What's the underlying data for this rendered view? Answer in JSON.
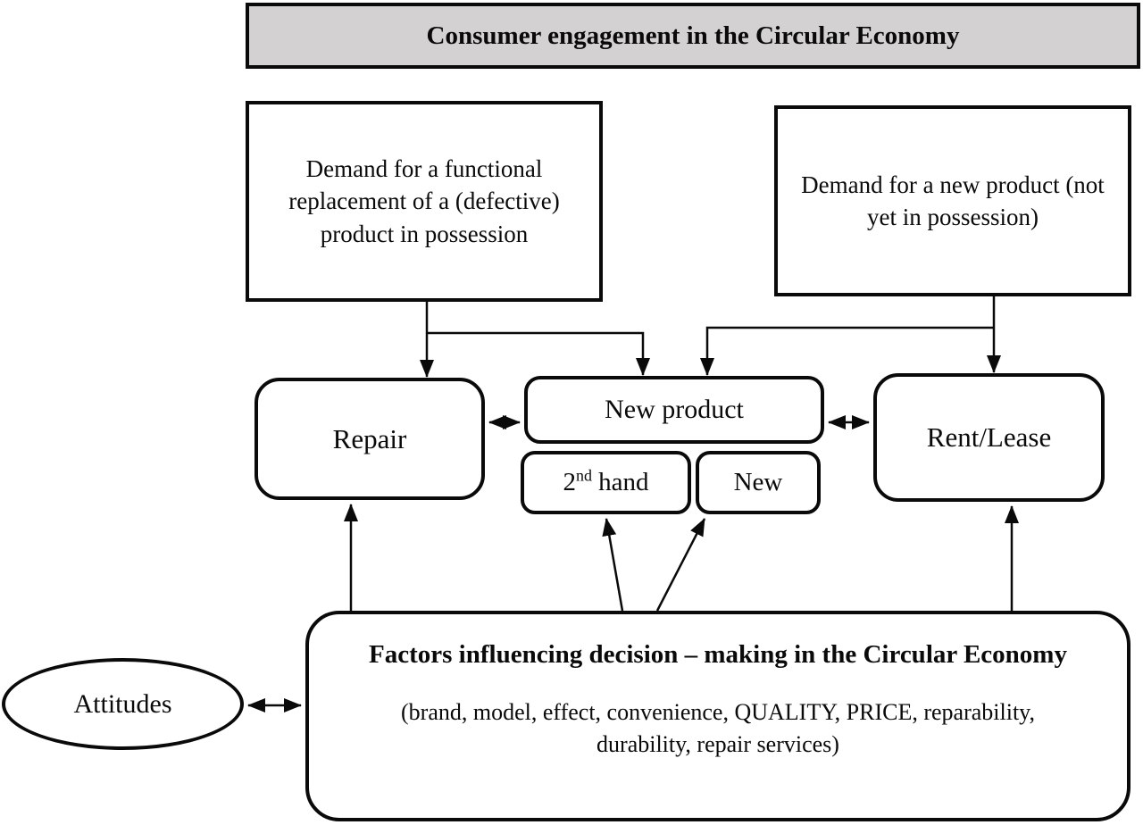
{
  "title": "Consumer engagement in the Circular Economy",
  "demand_boxes": {
    "replacement": "Demand for a functional replacement of a (defective) product in possession",
    "new_product": "Demand for a new product (not yet in possession)"
  },
  "options": {
    "repair": "Repair",
    "new_product": "New product",
    "second_hand": {
      "base": "2",
      "sup": "nd",
      "rest": "hand"
    },
    "new": "New",
    "rent_lease": "Rent/Lease"
  },
  "factors": {
    "heading": "Factors influencing decision – making in the Circular Economy",
    "details": "(brand, model, effect, convenience, QUALITY, PRICE, reparability, durability, repair services)"
  },
  "attitudes": "Attitudes",
  "colors": {
    "line": "#0a0a0a",
    "banner_fill": "#d3d1d1",
    "background": "#ffffff"
  }
}
